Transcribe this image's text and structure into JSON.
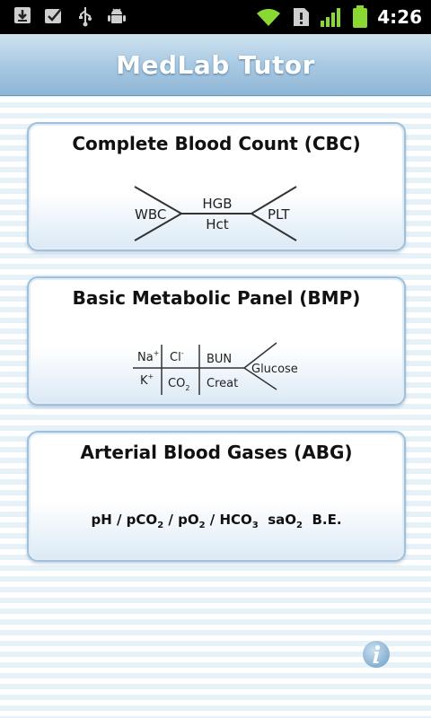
{
  "status_bar": {
    "time": "4:26",
    "icons": [
      "download-icon",
      "check-icon",
      "usb-icon",
      "android-debug-icon",
      "wifi-icon",
      "alert-icon",
      "signal-icon",
      "battery-icon"
    ]
  },
  "app": {
    "title": "MedLab Tutor"
  },
  "panels": {
    "cbc": {
      "title": "Complete Blood Count (CBC)",
      "labels": {
        "left": "WBC",
        "top": "HGB",
        "bottom": "Hct",
        "right": "PLT"
      }
    },
    "bmp": {
      "title": "Basic Metabolic Panel (BMP)",
      "labels": {
        "na": "Na",
        "na_sup": "+",
        "cl": "Cl",
        "cl_sup": "-",
        "bun": "BUN",
        "k": "K",
        "k_sup": "+",
        "co2": "CO",
        "co2_sub": "2",
        "creat": "Creat",
        "glucose": "Glucose"
      }
    },
    "abg": {
      "title": "Arterial Blood Gases (ABG)",
      "formula": {
        "ph": "pH / pCO",
        "sub1": "2",
        "po2": " / pO",
        "sub2": "2",
        "hco3": " / HCO",
        "sub3": "3",
        "sao2": "saO",
        "sub4": "2",
        "be": "B.E."
      }
    }
  },
  "colors": {
    "title_bar": "#a9c9e2",
    "panel_border": "#9fbfda",
    "info": "#8fb6d6"
  }
}
